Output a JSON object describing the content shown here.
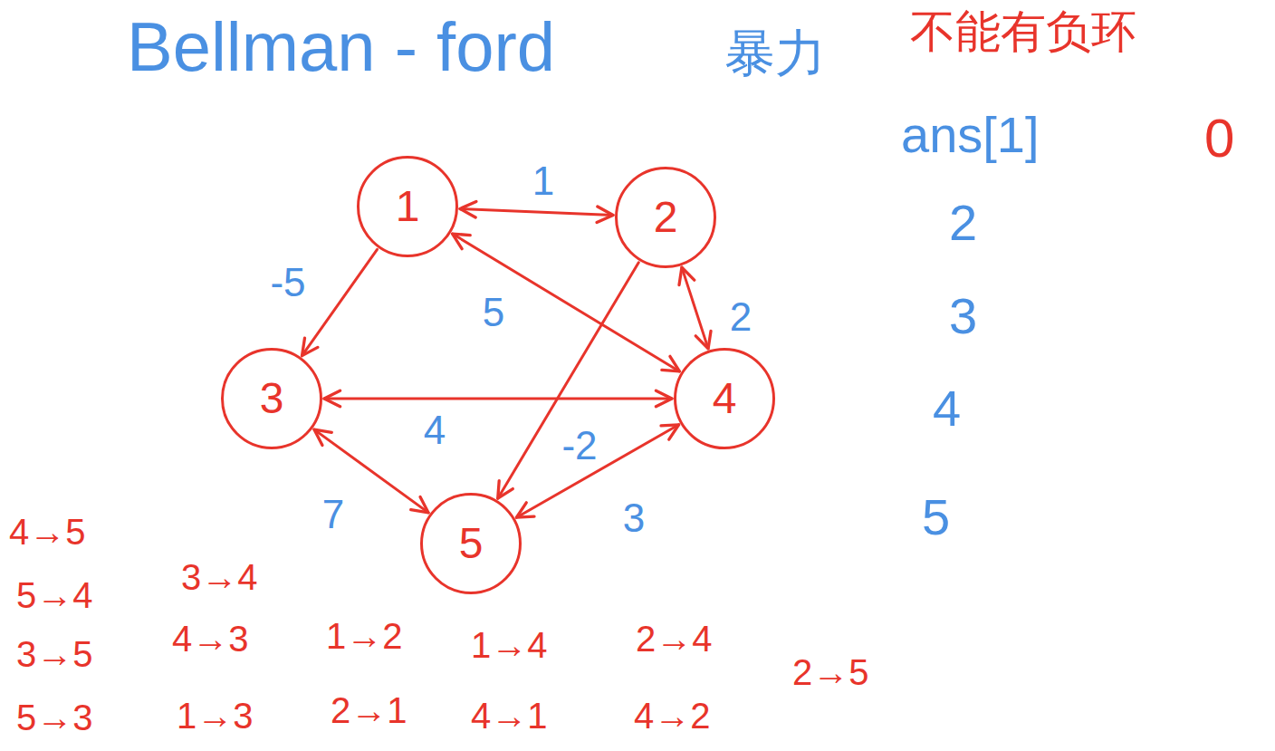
{
  "diagram": {
    "title": "Bellman - ford",
    "nodes": [
      {
        "text": [
          "1"
        ]
      },
      {
        "text": [
          "2"
        ]
      },
      {
        "text": [
          "3"
        ]
      },
      {
        "text": [
          "4"
        ]
      },
      {
        "text": [
          "5"
        ]
      }
    ],
    "edges": [
      {
        "from": 0,
        "to": 1,
        "label": "1",
        "arrow": "both"
      },
      {
        "from": 0,
        "to": 2,
        "label": "-5",
        "arrow": "to"
      },
      {
        "from": 0,
        "to": 3,
        "label": "5",
        "arrow": "both"
      },
      {
        "from": 1,
        "to": 3,
        "label": "2",
        "arrow": "both"
      },
      {
        "from": 2,
        "to": 3,
        "label": "4",
        "arrow": "both"
      },
      {
        "from": 1,
        "to": 4,
        "label": "-2",
        "arrow": "to"
      },
      {
        "from": 4,
        "to": 2,
        "label": "7",
        "arrow": "both"
      },
      {
        "from": 3,
        "to": 4,
        "label": "3",
        "arrow": "both"
      }
    ],
    "labels": [
      "暴力",
      "不能有负环",
      "ans[1]",
      "0",
      "2",
      "3",
      "4",
      "5",
      "4→5",
      "5→4",
      "3→4",
      "3→5",
      "4→3",
      "1→2",
      "1→4",
      "2→4",
      "2→5",
      "5→3",
      "1→3",
      "2→1",
      "4→1",
      "4→2"
    ]
  }
}
